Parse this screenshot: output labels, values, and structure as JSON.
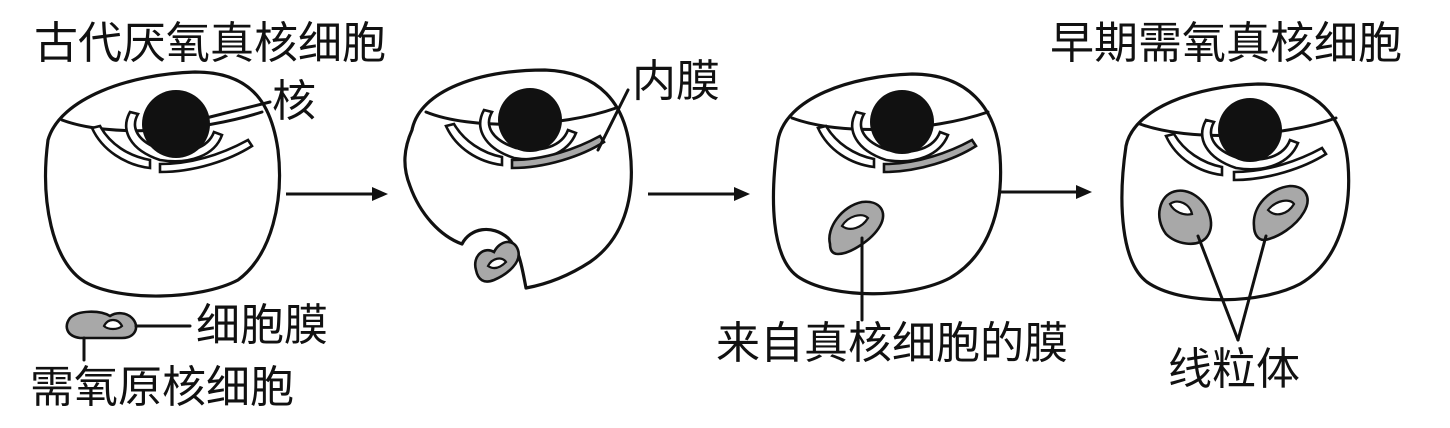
{
  "labels": {
    "ancient_anaerobic_eukaryote": "古代厌氧真核细胞",
    "nucleus": "核",
    "inner_membrane": "内膜",
    "early_aerobic_eukaryote": "早期需氧真核细胞",
    "cell_membrane": "细胞膜",
    "aerobic_prokaryote": "需氧原核细胞",
    "membrane_from_eukaryote": "来自真核细胞的膜",
    "mitochondria": "线粒体"
  },
  "stages": [
    {
      "name": "ancient-anaerobic-eukaryotic-cell"
    },
    {
      "name": "engulfing-cell"
    },
    {
      "name": "endosymbiont-cell"
    },
    {
      "name": "early-aerobic-eukaryotic-cell"
    }
  ],
  "colors": {
    "ink": "#111111",
    "organelle_fill": "#a8a8a8",
    "background": "#ffffff"
  }
}
